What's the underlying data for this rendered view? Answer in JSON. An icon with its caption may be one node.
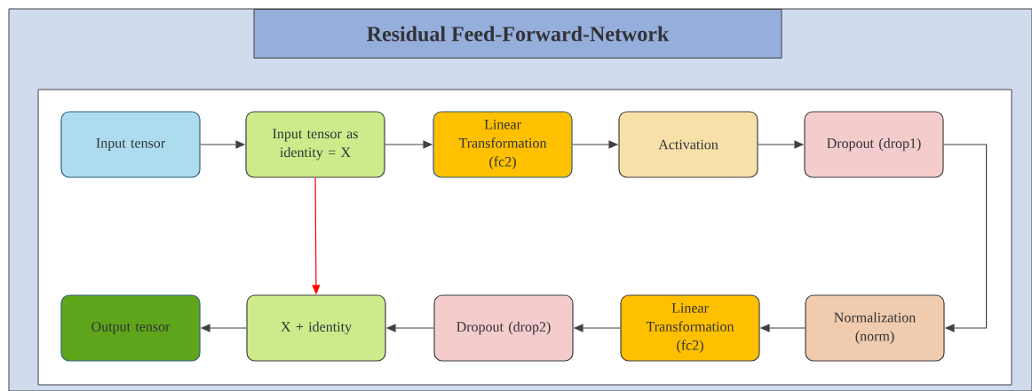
{
  "diagram": {
    "title": "Residual Feed-Forward-Network",
    "nodes": [
      {
        "text": [
          "Input tensor"
        ]
      },
      {
        "text": [
          "Input tensor as identity = X"
        ]
      },
      {
        "text": [
          "Linear Transformation (fc2)"
        ]
      },
      {
        "text": [
          "Activation"
        ]
      },
      {
        "text": [
          "Dropout (drop1)"
        ]
      },
      {
        "text": [
          "Output tensor"
        ]
      },
      {
        "text": [
          "X + identity"
        ]
      },
      {
        "text": [
          "Dropout (drop2)"
        ]
      },
      {
        "text": [
          "Linear Transformation (fc2)"
        ]
      },
      {
        "text": [
          "Normalization (norm)"
        ]
      }
    ],
    "edges": [
      {
        "from": 0,
        "to": 1,
        "arrow": "to"
      },
      {
        "from": 1,
        "to": 2,
        "arrow": "to"
      },
      {
        "from": 2,
        "to": 3,
        "arrow": "to"
      },
      {
        "from": 3,
        "to": 4,
        "arrow": "to"
      },
      {
        "from": 4,
        "to": 9,
        "arrow": "to"
      },
      {
        "from": 9,
        "to": 8,
        "arrow": "to"
      },
      {
        "from": 8,
        "to": 7,
        "arrow": "to"
      },
      {
        "from": 7,
        "to": 6,
        "arrow": "to"
      },
      {
        "from": 6,
        "to": 5,
        "arrow": "to"
      },
      {
        "from": 1,
        "to": 6,
        "arrow": "to",
        "color": "#ff0000"
      }
    ]
  }
}
